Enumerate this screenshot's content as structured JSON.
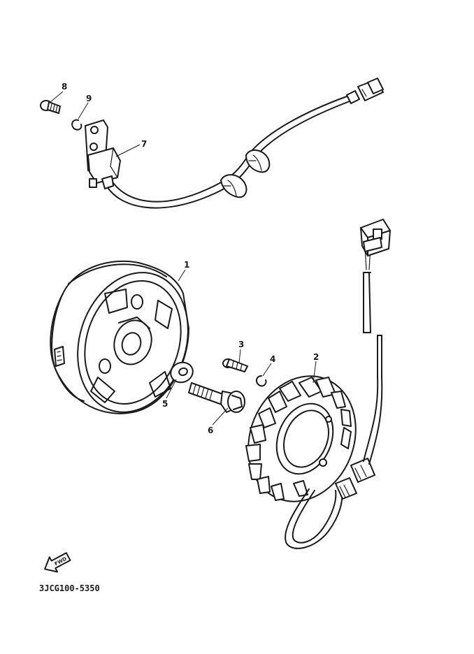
{
  "diagram": {
    "callouts": {
      "p1": "1",
      "p2": "2",
      "p3": "3",
      "p4": "4",
      "p5": "5",
      "p6": "6",
      "p7": "7",
      "p8": "8",
      "p9": "9"
    },
    "fwd_label": "FWD",
    "diagram_code": "3JCG100-5350"
  }
}
